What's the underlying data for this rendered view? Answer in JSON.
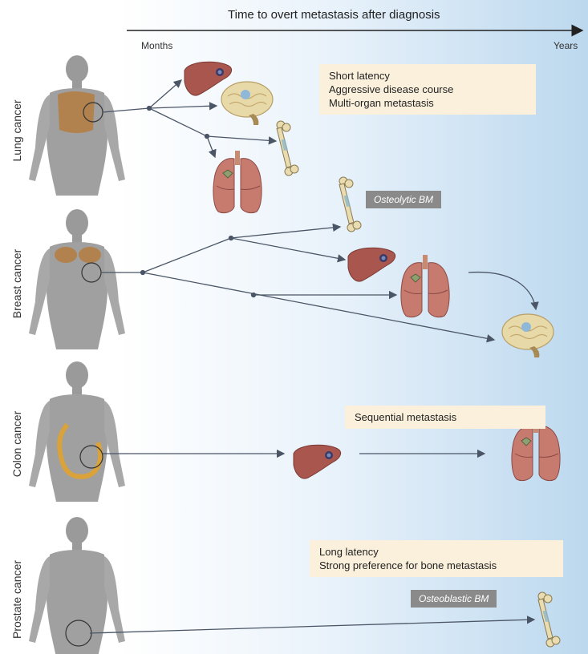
{
  "axis": {
    "title": "Time to overt metastasis after diagnosis",
    "start_label": "Months",
    "end_label": "Years"
  },
  "rows": [
    {
      "label": "Lung cancer",
      "notes": [
        "Short latency",
        "Aggressive disease course",
        "Multi-organ metastasis"
      ]
    },
    {
      "label": "Breast cancer",
      "tag": "Osteolytic BM"
    },
    {
      "label": "Colon cancer",
      "notes": [
        "Sequential metastasis"
      ]
    },
    {
      "label": "Prostate cancer",
      "notes": [
        "Long latency",
        "Strong preference for bone metastasis"
      ],
      "tag": "Osteoblastic BM"
    }
  ],
  "colors": {
    "arrow": "#4a5566",
    "note_bg": "#fbf0dc",
    "tag_bg": "#8a8a8a",
    "body": "#9a9a9a",
    "liver": "#a8564e",
    "lung": "#c77a6e",
    "brain": "#e8d9a8",
    "bone": "#e9dcb0"
  }
}
